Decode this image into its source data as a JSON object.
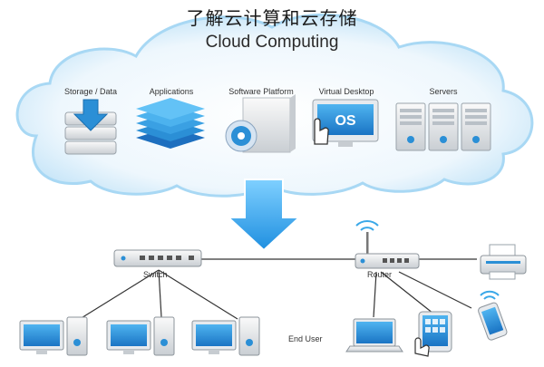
{
  "caption": "了解云计算和云存储",
  "cloud": {
    "title": "Cloud Computing",
    "services": [
      {
        "label": "Storage / Data",
        "icon": "storage-drive-icon"
      },
      {
        "label": "Applications",
        "icon": "apps-stack-icon"
      },
      {
        "label": "Software Platform",
        "icon": "software-box-disc-icon"
      },
      {
        "label": "Virtual Desktop",
        "icon": "os-monitor-touch-icon"
      },
      {
        "label": "Servers",
        "icon": "server-rack-icon"
      }
    ]
  },
  "network": {
    "switch_label": "Switch",
    "router_label": "Router",
    "end_user_label": "End User",
    "devices": [
      "desktop-computer-icon",
      "desktop-computer-icon",
      "desktop-computer-icon",
      "laptop-icon",
      "tablet-icon",
      "smartphone-icon",
      "printer-icon"
    ]
  },
  "colors": {
    "cloud_fill": "#dff0fb",
    "cloud_edge": "#9fd3f2",
    "arrow": "#3aa8e8",
    "line": "#333333",
    "screen": "#2b8fd6"
  }
}
